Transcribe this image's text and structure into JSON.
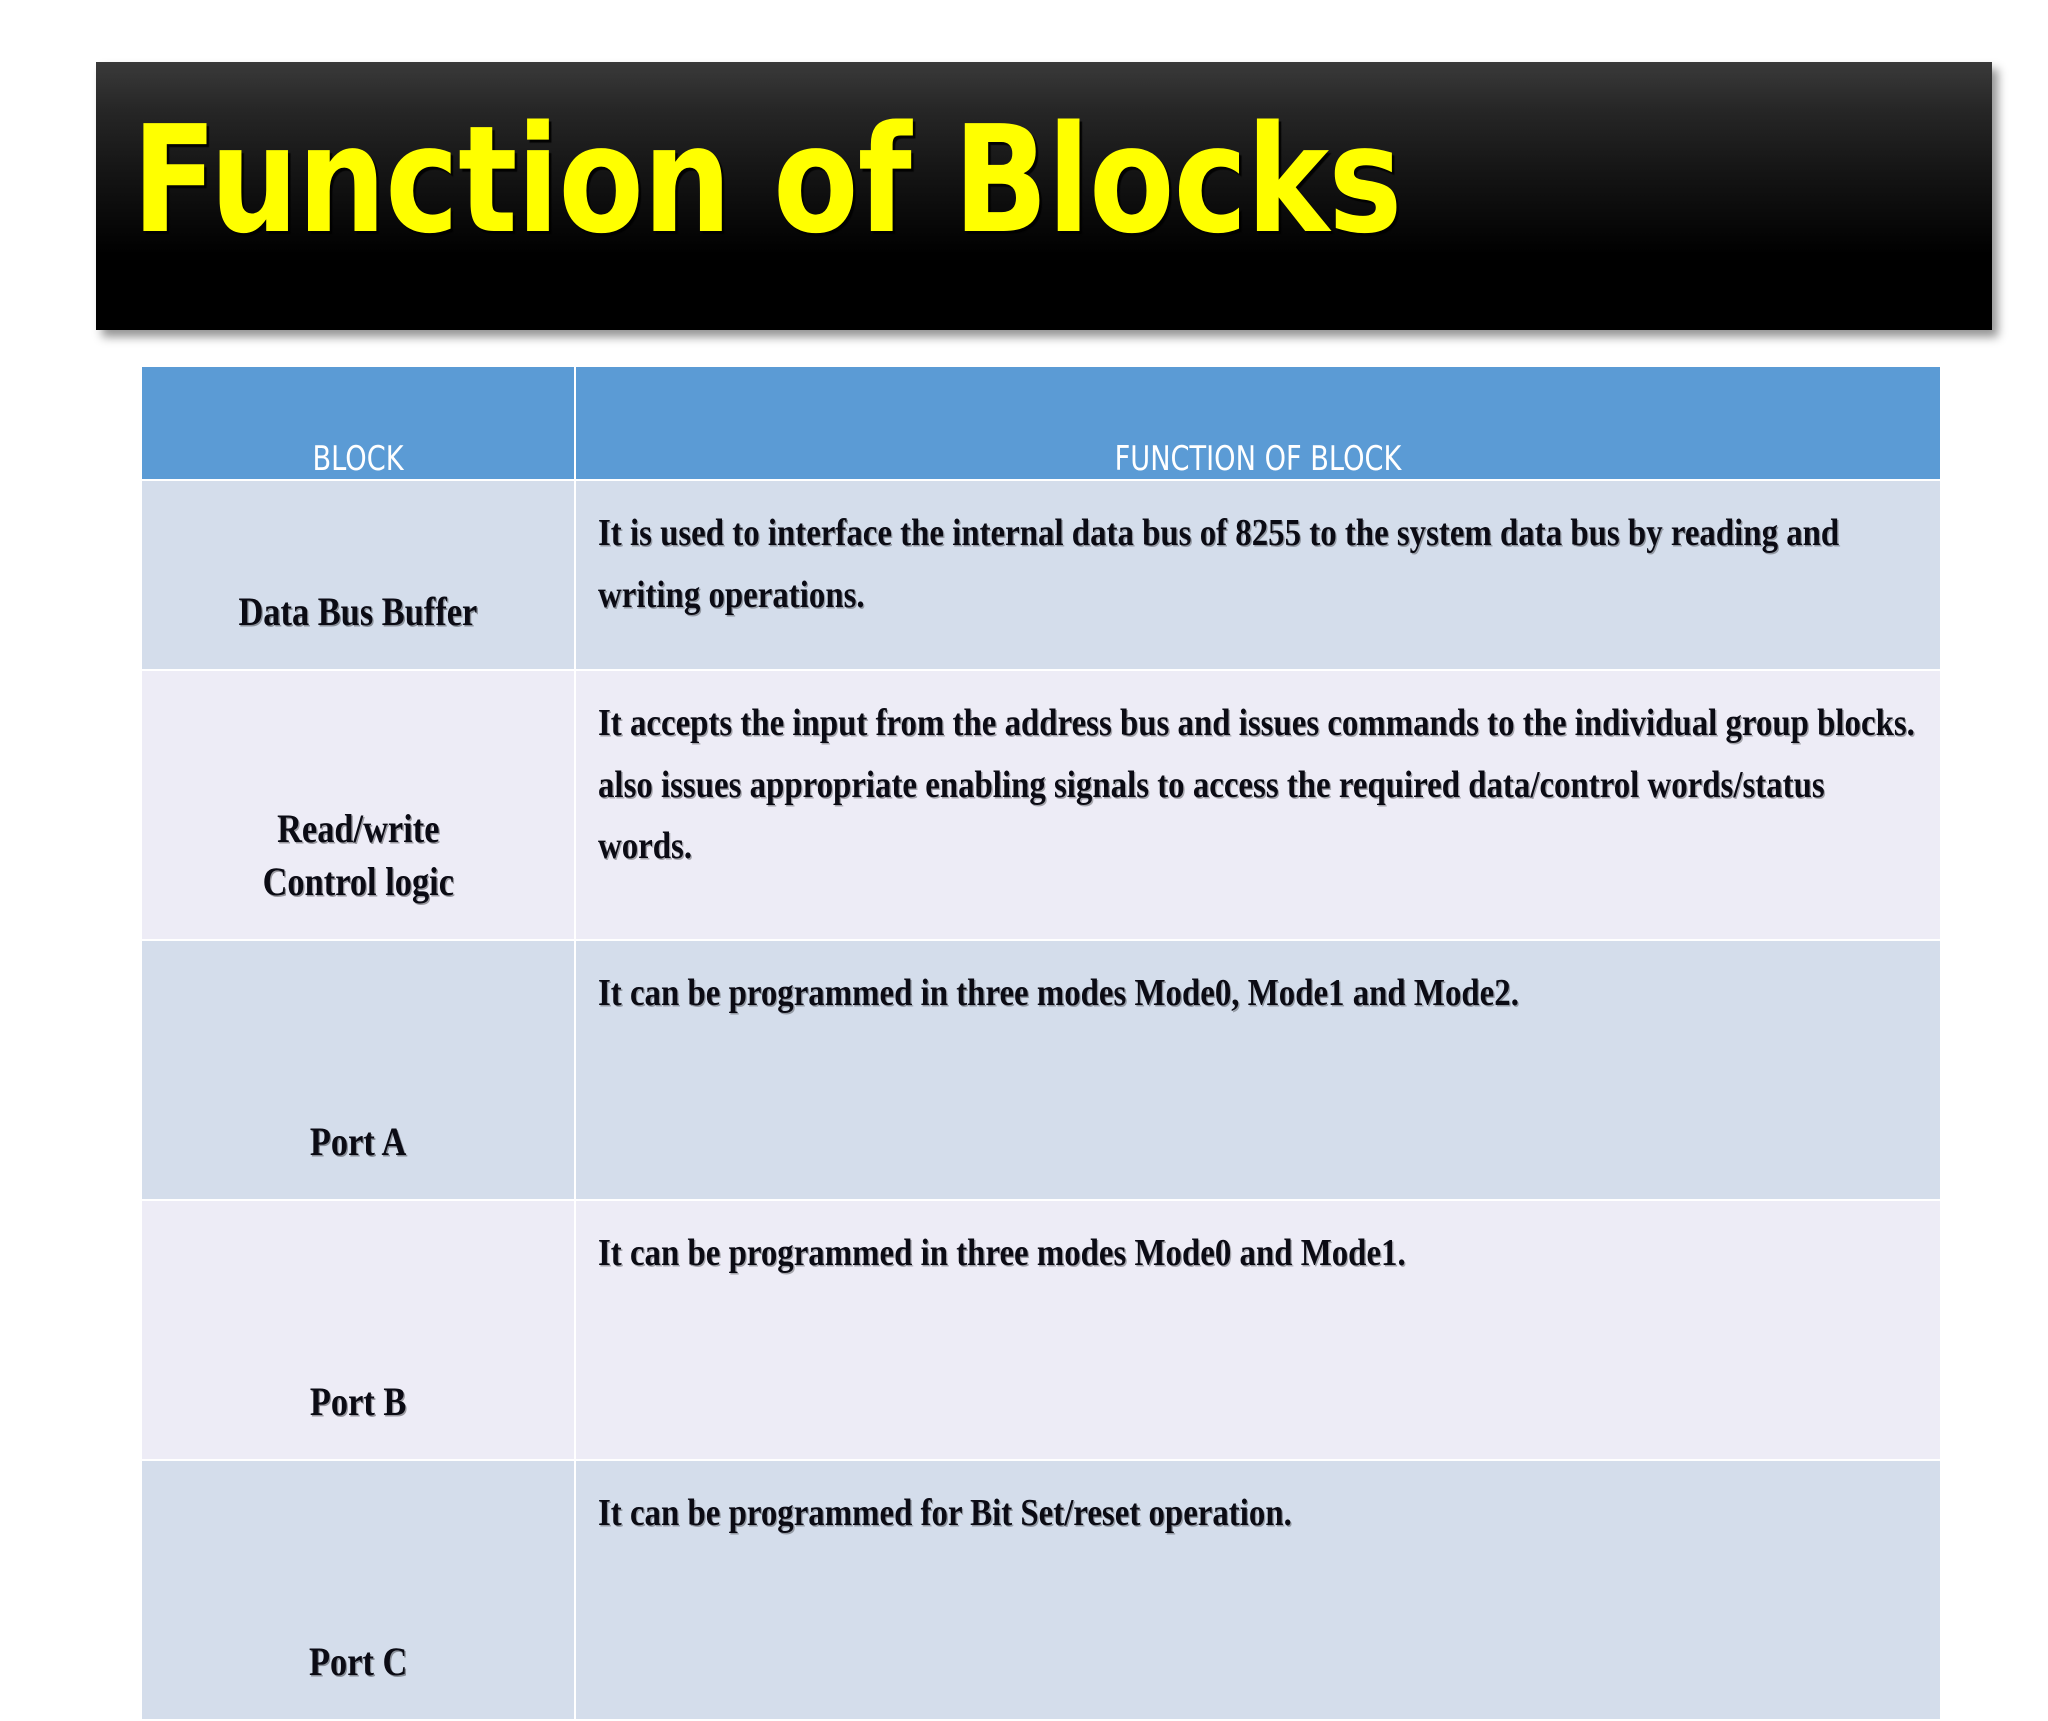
{
  "slide": {
    "title": "Function of Blocks",
    "title_color": "#FFFF00",
    "banner_color": "#000000"
  },
  "table": {
    "header_bg": "#5B9BD5",
    "header_text_color": "#FFFFFF",
    "row_bg_odd": "#D4DDEB",
    "row_bg_even": "#EDECF6",
    "columns": [
      "BLOCK",
      "FUNCTION OF BLOCK"
    ],
    "rows": [
      {
        "block": "Data Bus Buffer",
        "function": "It is used to interface the internal data bus of 8255 to the system data bus by  reading and writing operations."
      },
      {
        "block": "Read/write\nControl logic",
        "function": "It accepts the input from the address bus and issues commands to the individual  group blocks. also issues appropriate enabling signals to access the required  data/control words/status words."
      },
      {
        "block": "Port A",
        "function": "It can be programmed in three modes Mode0, Mode1 and Mode2."
      },
      {
        "block": "Port B",
        "function": "It can be programmed in three modes Mode0 and Mode1."
      },
      {
        "block": "Port C",
        "function": "It can be programmed for Bit Set/reset operation."
      }
    ]
  }
}
